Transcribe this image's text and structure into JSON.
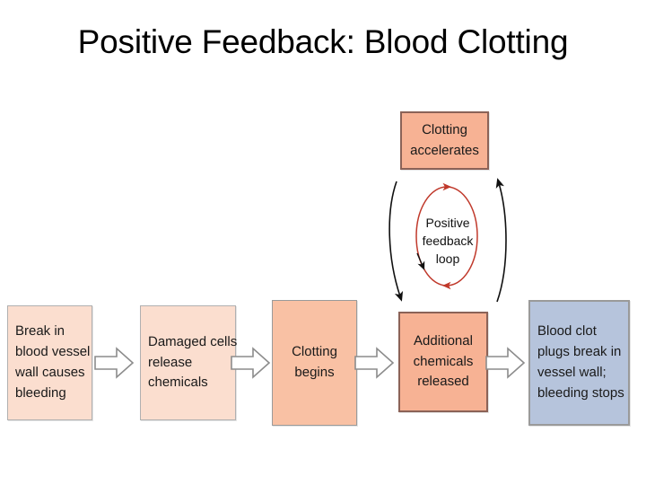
{
  "slide": {
    "title": "Positive Feedback: Blood Clotting",
    "background_color": "#ffffff"
  },
  "colors": {
    "peach_light": "#fbdecf",
    "salmon": "#f9c1a4",
    "salmon_dark": "#f7b294",
    "blue_gray": "#b6c4dc",
    "loop_red": "#c0392b",
    "arrow_gray": "#8c8c8c",
    "border_brown": "#8b6257",
    "text": "#1a1a1a"
  },
  "diagram": {
    "boxes": [
      {
        "id": "break",
        "lines": [
          "Break in",
          "blood vessel",
          "wall causes",
          "bleeding"
        ],
        "fill": "#fbdecf",
        "align": "left"
      },
      {
        "id": "damaged",
        "lines": [
          "Damaged cells",
          "release",
          "chemicals"
        ],
        "fill": "#fbdecf",
        "align": "left"
      },
      {
        "id": "clotting",
        "lines": [
          "Clotting",
          "begins"
        ],
        "fill": "#f9c1a4",
        "align": "center"
      },
      {
        "id": "additional",
        "lines": [
          "Additional",
          "chemicals",
          "released"
        ],
        "fill": "#f7b294",
        "align": "center"
      },
      {
        "id": "bloodclot",
        "lines": [
          "Blood clot",
          "plugs break in",
          "vessel wall;",
          "bleeding stops"
        ],
        "fill": "#b6c4dc",
        "align": "left"
      },
      {
        "id": "accelerates",
        "lines": [
          "Clotting",
          "accelerates"
        ],
        "fill": "#f7b294",
        "align": "center"
      }
    ],
    "connectors": [
      {
        "id": "conn-1",
        "from": "break",
        "to": "damaged",
        "style": "block-arrow-right"
      },
      {
        "id": "conn-2",
        "from": "damaged",
        "to": "clotting",
        "style": "block-arrow-right"
      },
      {
        "id": "conn-3",
        "from": "clotting",
        "to": "additional",
        "style": "block-arrow-right"
      },
      {
        "id": "conn-4",
        "from": "additional",
        "to": "bloodclot",
        "style": "block-arrow-right"
      }
    ],
    "feedback_loop": {
      "label_lines": [
        "Positive",
        "feedback",
        "loop"
      ],
      "ellipse_color": "#c0392b",
      "arc_color": "#1a1a1a",
      "left_arc_direction": "down",
      "right_arc_direction": "up"
    }
  }
}
